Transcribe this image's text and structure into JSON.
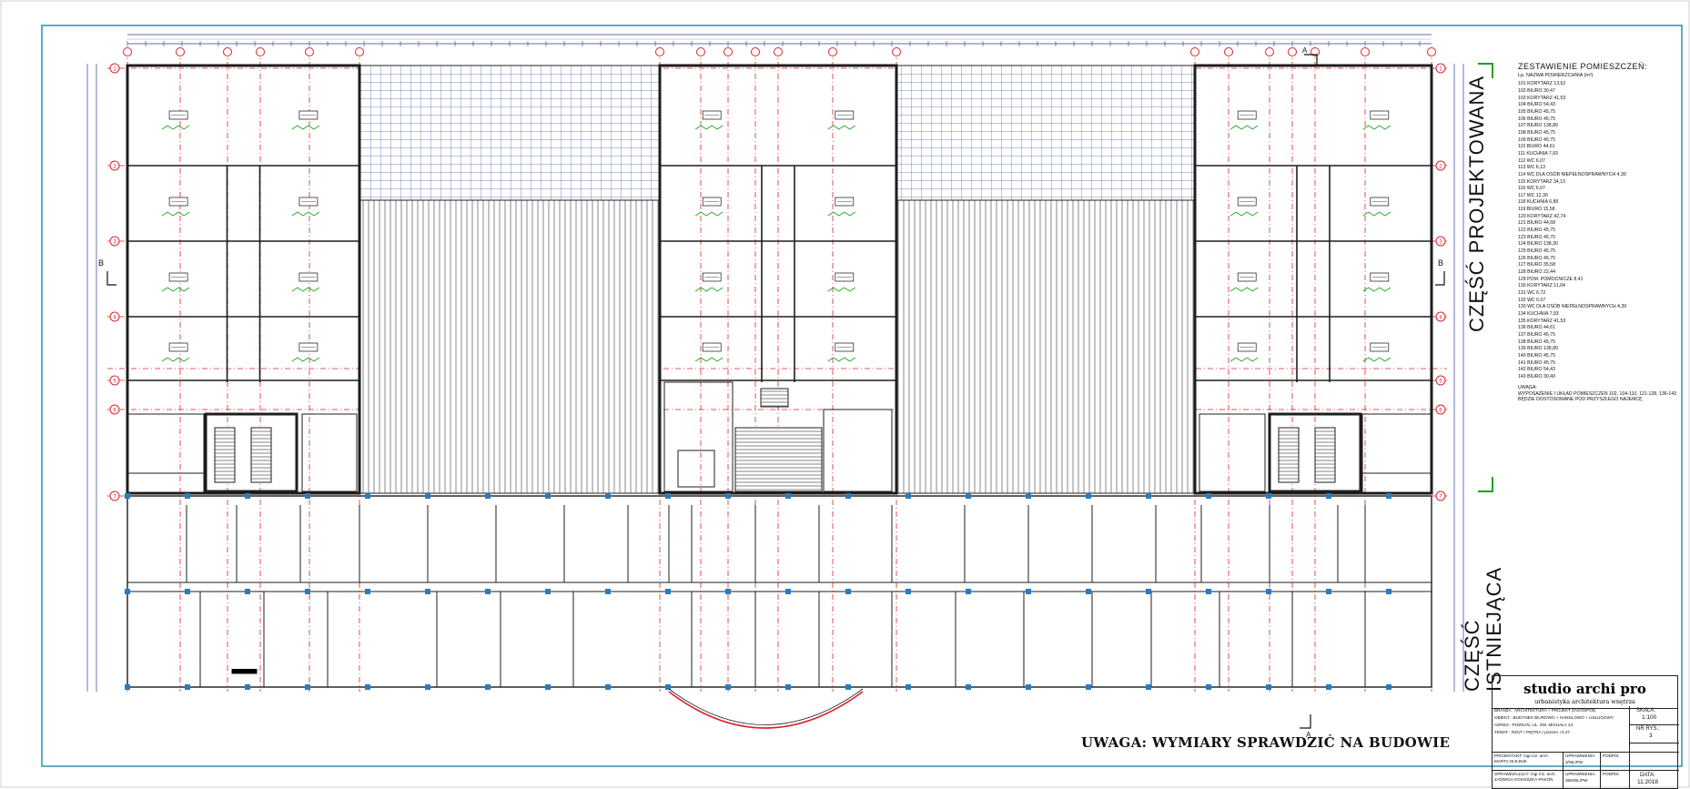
{
  "plan": {
    "vertical_labels": {
      "projected_part": "CZĘŚĆ PROJEKTOWANA",
      "existing_part_line1": "CZĘŚĆ",
      "existing_part_line2": "ISTNIEJĄCA"
    },
    "section_markers": {
      "left": "B",
      "right": "B",
      "top": "A",
      "bottom": "A"
    },
    "grid_rows": [
      "1",
      "2",
      "3",
      "4",
      "5",
      "6",
      "7"
    ],
    "accent_colors": {
      "gridline": "#d9232b",
      "structure": "#1d1d1d",
      "annotation": "#1aa31a",
      "dimension": "#2f3a9e",
      "column": "#2b7bbf"
    }
  },
  "room_list": {
    "title": "ZESTAWIENIE POMIESZCZEŃ:",
    "header": "Lp. NAZWA   POWIERZCHNIA (m²)",
    "rooms": [
      "101 KORYTARZ  13,62",
      "102 BIURO  30,47",
      "103 KORYTARZ  41,53",
      "104 BIURO  54,43",
      "105 BIURO  45,75",
      "106 BIURO  45,75",
      "107 BIURO  138,89",
      "108 BIURO  45,75",
      "109 BIURO  45,75",
      "110 BIURO  44,61",
      "111 KUCHNIA  7,93",
      "112 WC  6,07",
      "113 WC  6,13",
      "114 WC DLA OSÓB NIEPEŁNOSPRAWNYCH  4,39",
      "115 KORYTARZ  34,13",
      "116 WC  6,07",
      "117 WC  12,30",
      "118 KUCHNIA  6,89",
      "119 BIURO  15,58",
      "120 KORYTARZ  42,74",
      "121 BIURO  44,68",
      "122 BIURO  45,75",
      "123 BIURO  45,75",
      "124 BIURO  138,30",
      "125 BIURO  45,75",
      "126 BIURO  45,75",
      "127 BIURO  35,58",
      "128 BIURO  22,44",
      "129 POM. POMOCNICZE  8,41",
      "130 KORYTARZ  11,04",
      "131 WC  6,72",
      "132 WC  6,07",
      "133 WC DLA OSÓB NIEPEŁNOSPRAWNYCH  4,39",
      "134 KUCHNIA  7,93",
      "135 KORYTARZ  41,53",
      "136 BIURO  44,61",
      "137 BIURO  45,75",
      "138 BIURO  45,75",
      "139 BIURO  138,89",
      "140 BIURO  45,75",
      "141 BIURO  45,75",
      "142 BIURO  54,43",
      "143 BIURO  30,40"
    ],
    "note_title": "UWAGA:",
    "note_text": "WYPOSAŻENIE I UKŁAD POMIESZCZEŃ 102, 104-110, 121-128, 136-143 BĘDZIE DOSTOSOWANE POD PRZYSZŁEGO NAJEMCĘ"
  },
  "warning": "UWAGA: WYMIARY SPRAWDZIĆ NA BUDOWIE",
  "title_block": {
    "firm": "studio archi pro",
    "subtitle": "urbanistyka architektura wnętrza",
    "branch": "BRANŻA : ARCHITEKTURA + PROJEKT ZAGOSPOD.",
    "object": "OBIEKT : BUDYNEK BIUROWO + HANDLOWO + USŁUGOWY",
    "address": "ADRES : POZNAŃ, UL. ŚW. MICHAŁA 43",
    "subject": "TEMAT : RZUT I PIĘTRA / poziom +3,47",
    "designer": "PROJEKTANT: mgr inż. arch. MARTA OLEJNIK",
    "checker": "SPRAWDZAJĄCY: mgr inż. arch. JADWIGA KOKOSZKA-PAKOŃ",
    "perm_label": "UPRAWNIENIA:",
    "perm1": "3/WL/PW",
    "perm2": "366/WL/PW",
    "signature_label": "PODPIS:",
    "scale_label": "SKALA:",
    "scale": "1:100",
    "drawing_no_label": "NR RYS.:",
    "drawing_no": "3",
    "date_label": "DATA:",
    "date": "11.2018"
  }
}
